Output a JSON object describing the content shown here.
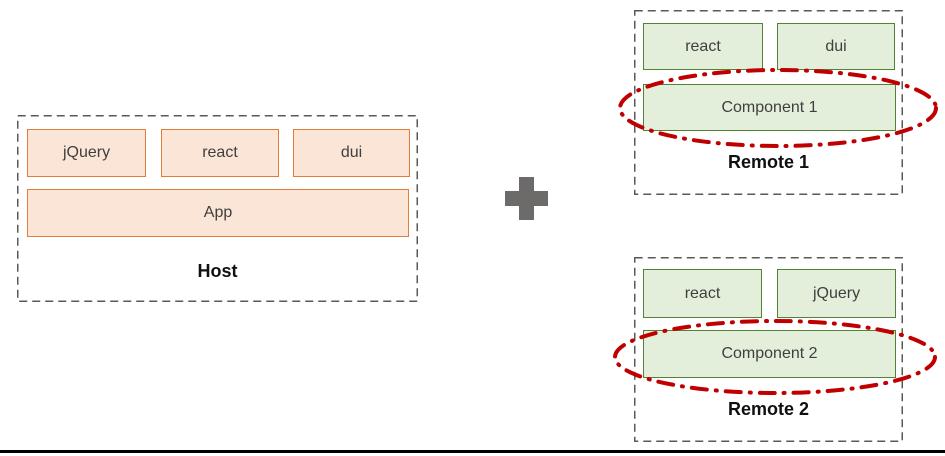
{
  "host": {
    "label": "Host",
    "deps": [
      "jQuery",
      "react",
      "dui"
    ],
    "app_label": "App"
  },
  "plus_icon": "plus",
  "remote1": {
    "label": "Remote 1",
    "deps": [
      "react",
      "dui"
    ],
    "component_label": "Component 1"
  },
  "remote2": {
    "label": "Remote 2",
    "deps": [
      "react",
      "jQuery"
    ],
    "component_label": "Component 2"
  },
  "colors": {
    "host_box_fill": "#fbe5d6",
    "host_box_border": "#e07d39",
    "remote_box_fill": "#e3efda",
    "remote_box_border": "#538135",
    "highlight_ellipse": "#c00000",
    "container_dash": "#595959",
    "plus": "#6d6b6a",
    "box_text": "#3f3f3f",
    "label_text": "#101010",
    "bottom_rule": "#000000"
  }
}
